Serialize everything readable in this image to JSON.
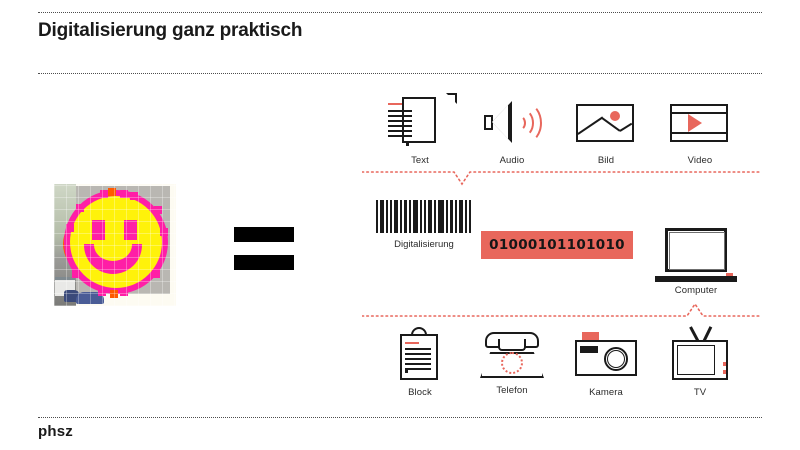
{
  "header": {
    "title": "Digitalisierung ganz praktisch"
  },
  "footer": {
    "brand": "phsz"
  },
  "left_panel": {
    "photo_alt": "Post-it Smiley an einer Wand",
    "equals_symbol": "="
  },
  "diagram": {
    "input_row": [
      {
        "key": "text",
        "label": "Text",
        "icon": "document-icon"
      },
      {
        "key": "audio",
        "label": "Audio",
        "icon": "speaker-icon"
      },
      {
        "key": "bild",
        "label": "Bild",
        "icon": "picture-icon"
      },
      {
        "key": "video",
        "label": "Video",
        "icon": "video-frame-icon"
      }
    ],
    "middle_row": {
      "barcode_label": "Digitalisierung",
      "binary_value": "01000101101010",
      "computer_label": "Computer"
    },
    "output_row": [
      {
        "key": "block",
        "label": "Block",
        "icon": "clipboard-icon"
      },
      {
        "key": "telefon",
        "label": "Telefon",
        "icon": "rotary-phone-icon"
      },
      {
        "key": "kamera",
        "label": "Kamera",
        "icon": "camera-icon"
      },
      {
        "key": "tv",
        "label": "TV",
        "icon": "television-icon"
      }
    ]
  },
  "colors": {
    "accent_red": "#e8675c",
    "ink": "#1a1a1a",
    "smiley_yellow": "#fff20a",
    "smiley_pink": "#ff1ea6",
    "background": "#ffffff"
  }
}
